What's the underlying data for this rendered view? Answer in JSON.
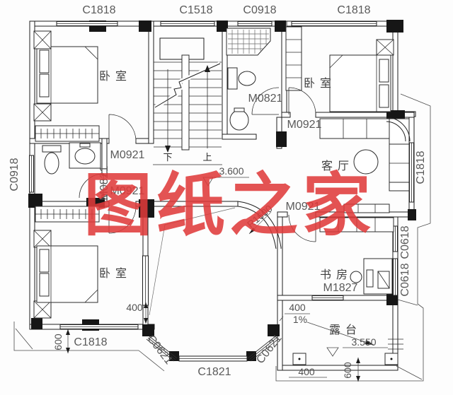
{
  "watermark": {
    "text": "图纸之家",
    "color": "#e03a3a"
  },
  "rooms": {
    "bedroom_tl": "卧室",
    "bedroom_tr": "卧室",
    "bedroom_bl": "卧室",
    "living_room": "客厅",
    "study": "书房",
    "terrace": "露台"
  },
  "windows": {
    "top_bedroom_tl": "C1818",
    "top_stair": "C1518",
    "top_bathroom": "C0918",
    "top_bedroom_tr": "C1818",
    "left_bathroom": "C0918",
    "living_east": "C1818",
    "study_east_upper": "C0618",
    "study_east_lower": "C0618",
    "bedroom_bl_south": "C1818",
    "bay_left": "C0621",
    "bay_front": "C1821",
    "bay_right": "C0621"
  },
  "doors": {
    "bathroom_top": "M0821",
    "bathroom_left": "M0821",
    "bedroom_tl": "M0921",
    "bedroom_tr": "M0921",
    "bedroom_bl": "M0921",
    "study": "M0921",
    "study_size": "M1827"
  },
  "stairs": {
    "down": "下",
    "up": "上"
  },
  "levels": {
    "floor": "3.600",
    "terrace": "3.550"
  },
  "dims": {
    "left_600": "600",
    "bay_400": "400",
    "terrace_top_400": "400",
    "terrace_bottom_400": "400",
    "terrace_600": "600",
    "radius": "R1600",
    "slope": "1%"
  }
}
